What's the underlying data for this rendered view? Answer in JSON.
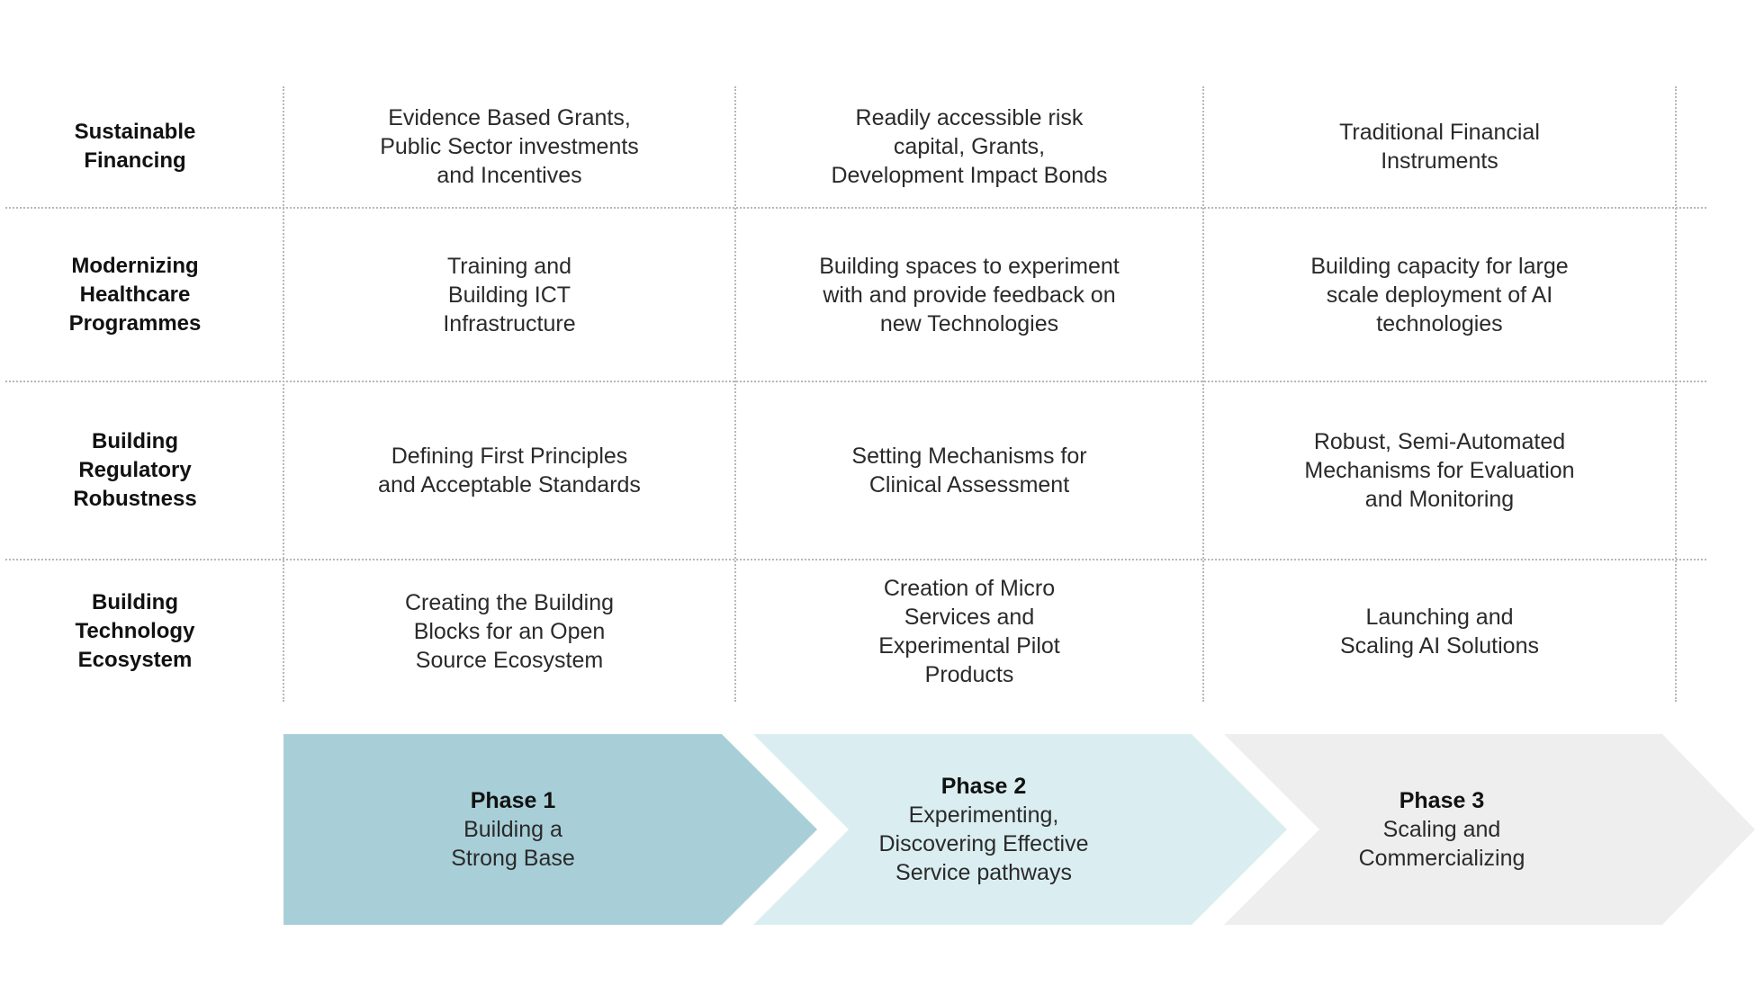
{
  "rows": [
    {
      "label": "Sustainable\nFinancing",
      "cells": [
        "Evidence Based Grants,\nPublic Sector investments\nand Incentives",
        "Readily accessible risk\ncapital, Grants,\nDevelopment Impact Bonds",
        "Traditional Financial\nInstruments"
      ]
    },
    {
      "label": "Modernizing\nHealthcare\nProgrammes",
      "cells": [
        "Training and\nBuilding ICT\nInfrastructure",
        "Building spaces to experiment\nwith and provide feedback on\nnew Technologies",
        "Building capacity for large\nscale deployment of AI\ntechnologies"
      ]
    },
    {
      "label": "Building\nRegulatory\nRobustness",
      "cells": [
        "Defining First Principles\nand Acceptable Standards",
        "Setting Mechanisms for\nClinical Assessment",
        "Robust, Semi-Automated\nMechanisms for Evaluation\nand Monitoring"
      ]
    },
    {
      "label": "Building\nTechnology\nEcosystem",
      "cells": [
        "Creating the Building\nBlocks for an Open\nSource Ecosystem",
        "Creation of Micro\nServices and\nExperimental  Pilot\nProducts",
        "Launching and\nScaling AI Solutions"
      ]
    }
  ],
  "phases": [
    {
      "title": "Phase 1",
      "body": "Building a\nStrong Base",
      "color": "#a8cfd8"
    },
    {
      "title": "Phase 2",
      "body": "Experimenting,\nDiscovering Effective\nService pathways",
      "color": "#daeef1"
    },
    {
      "title": "Phase 3",
      "body": "Scaling and\nCommercializing",
      "color": "#eeeeee"
    }
  ],
  "colors": {
    "grid_line": "#b8b8b8",
    "text": "#2a2a2a",
    "label": "#111111"
  }
}
